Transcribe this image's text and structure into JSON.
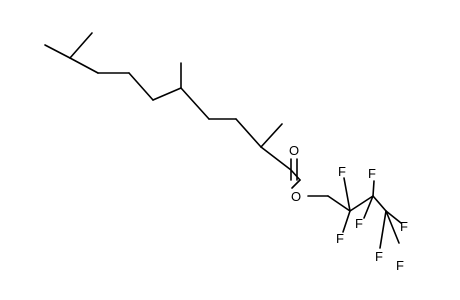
{
  "molecule": {
    "atoms": {
      "carbonyl_oxygen": "O",
      "ester_oxygen": "O",
      "fluorines": [
        "F",
        "F",
        "F",
        "F",
        "F",
        "F",
        "F"
      ]
    },
    "colors": {
      "bond": "#000000",
      "label": "#000000",
      "background": "#ffffff"
    }
  }
}
